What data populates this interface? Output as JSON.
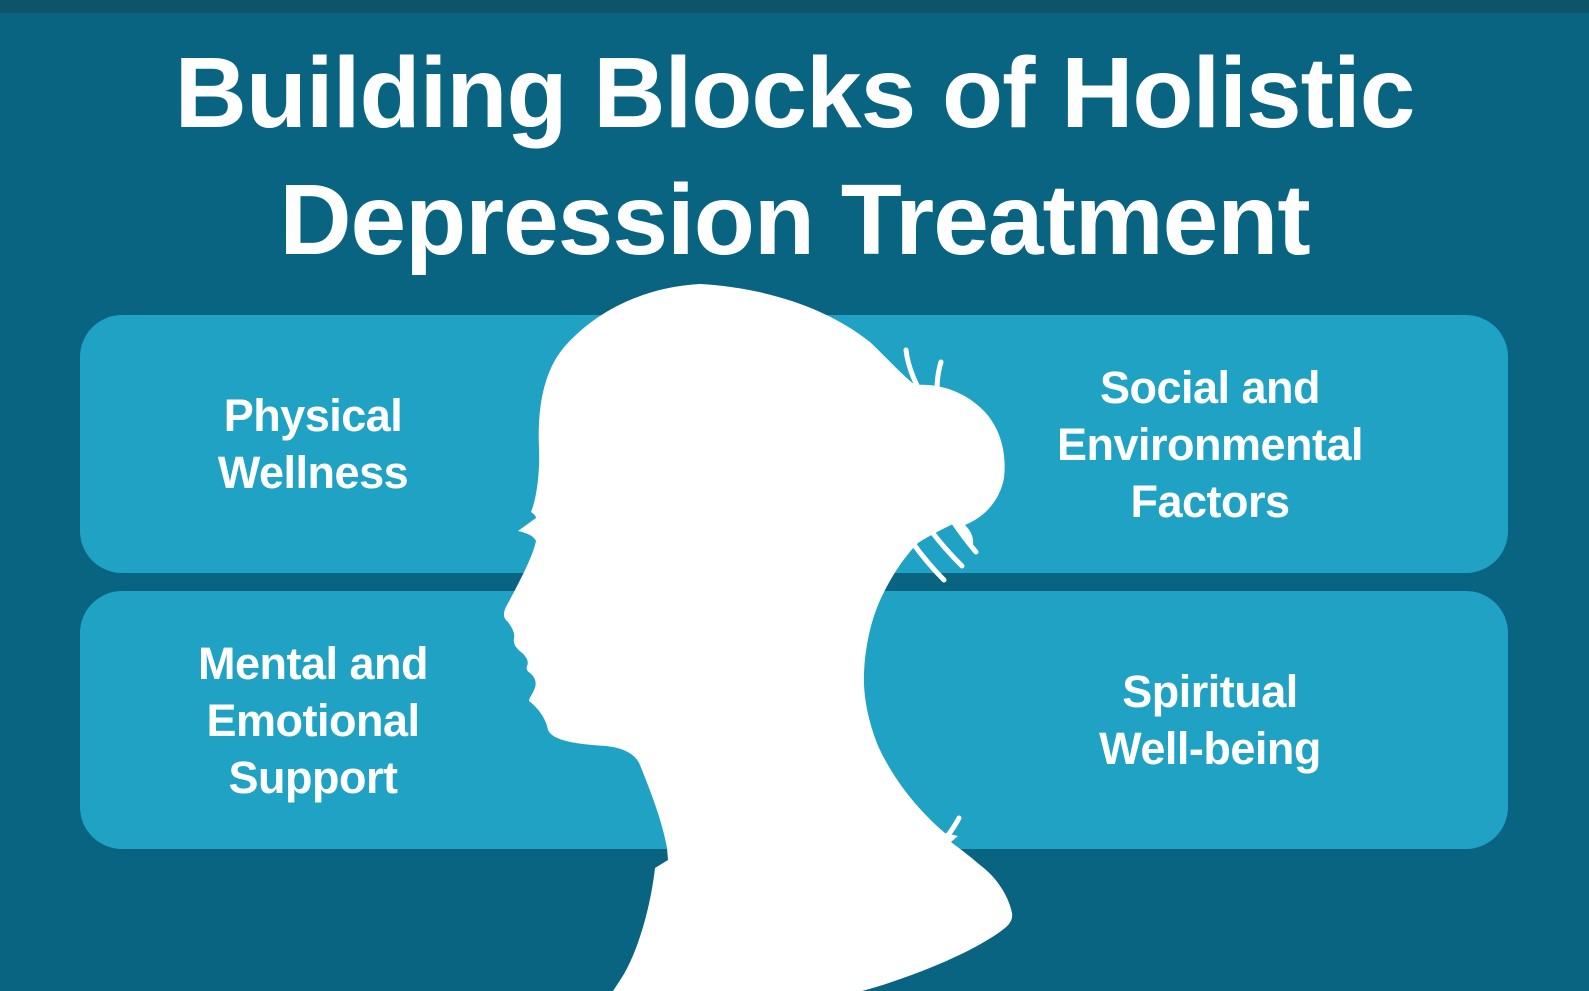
{
  "title": {
    "lines": [
      "Building Blocks of Holistic",
      "Depression Treatment"
    ]
  },
  "blocks": [
    {
      "name": "physical-wellness",
      "lines": [
        "Physical",
        "Wellness"
      ]
    },
    {
      "name": "social-environmental-factors",
      "lines": [
        "Social and",
        "Environmental",
        "Factors"
      ]
    },
    {
      "name": "mental-emotional-support",
      "lines": [
        "Mental and",
        "Emotional",
        "Support"
      ]
    },
    {
      "name": "spiritual-well-being",
      "lines": [
        "Spiritual",
        "Well-being"
      ]
    }
  ],
  "illustration": {
    "name": "woman-profile-silhouette",
    "description": "White left-facing profile silhouette of a woman with a hair bun and loose wisps"
  },
  "colors": {
    "background": "#086480",
    "top_strip": "#0D5468",
    "panel": "#1FA2C4",
    "text": "#FFFFFF",
    "silhouette": "#FFFFFF"
  }
}
